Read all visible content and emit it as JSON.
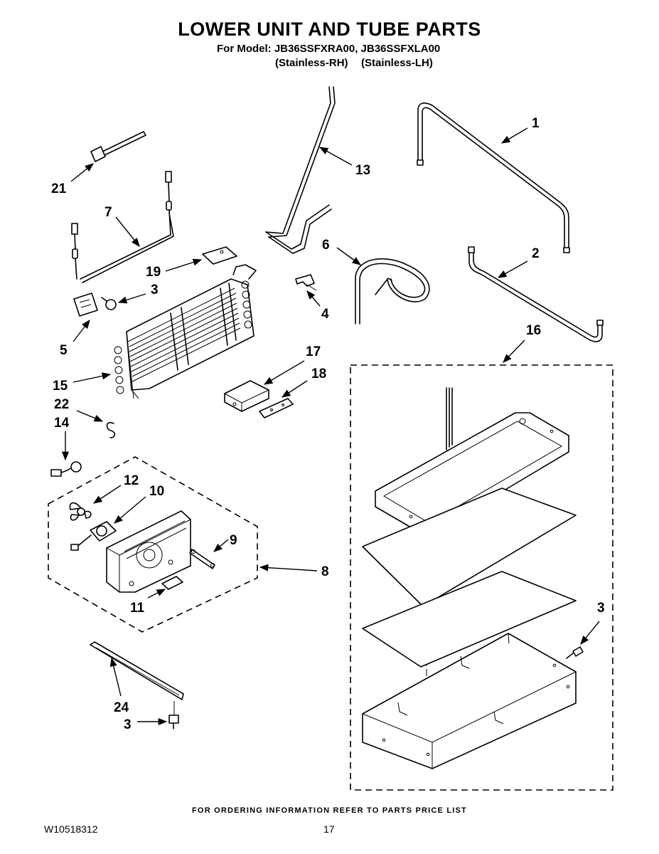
{
  "header": {
    "title": "LOWER UNIT AND TUBE PARTS",
    "model_line": "For Model: JB36SSFXRA00, JB36SSFXLA00",
    "variant_rh": "(Stainless-RH)",
    "variant_lh": "(Stainless-LH)"
  },
  "footer": {
    "ordering_note": "FOR ORDERING INFORMATION REFER TO PARTS PRICE LIST",
    "document_number": "W10518312",
    "page_number": "17"
  },
  "callouts": {
    "c1": "1",
    "c2": "2",
    "c3a": "3",
    "c3b": "3",
    "c3c": "3",
    "c4": "4",
    "c5": "5",
    "c6": "6",
    "c7": "7",
    "c8": "8",
    "c9": "9",
    "c10": "10",
    "c11": "11",
    "c12": "12",
    "c13": "13",
    "c14": "14",
    "c15": "15",
    "c16": "16",
    "c17": "17",
    "c18": "18",
    "c19": "19",
    "c21": "21",
    "c22": "22",
    "c24": "24"
  }
}
